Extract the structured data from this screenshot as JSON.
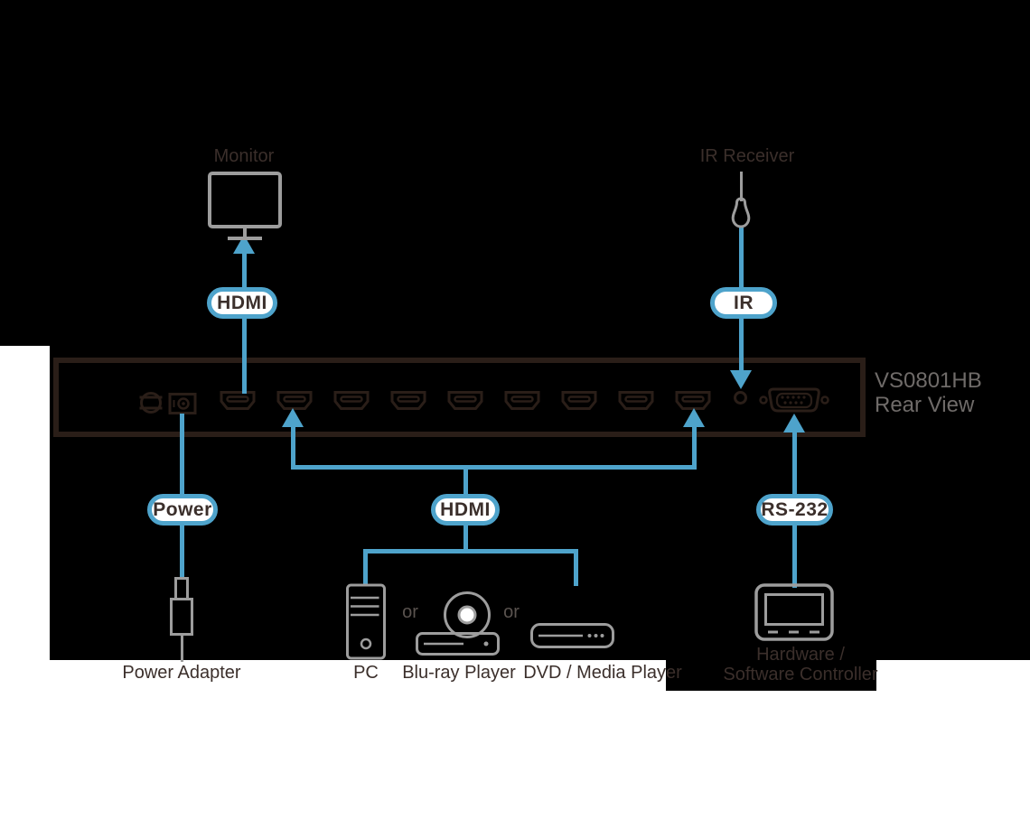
{
  "device": {
    "model": "VS0801HB",
    "view": "Rear View",
    "hdmi_port_count": 9
  },
  "pills": {
    "hdmi_output": "HDMI",
    "ir": "IR",
    "power": "Power",
    "hdmi_input": "HDMI",
    "rs232": "RS-232"
  },
  "labels": {
    "monitor": "Monitor",
    "ir_receiver": "IR Receiver",
    "power_adapter": "Power Adapter",
    "pc": "PC",
    "bluray_player": "Blu-ray Player",
    "dvd_media_player": "DVD / Media Player",
    "controller_line1": "Hardware /",
    "controller_line2": "Software Controller",
    "or_separator": "or"
  },
  "colors": {
    "accent_blue": "#4EA3CB",
    "outline_gray": "#9D9D9D",
    "dark_line": "#2A1E18",
    "dark_text": "#3B2F2B",
    "muted_text": "#6F6B69",
    "or_text": "#5A534F",
    "bg_black": "#000000",
    "bg_white": "#FFFFFF"
  }
}
